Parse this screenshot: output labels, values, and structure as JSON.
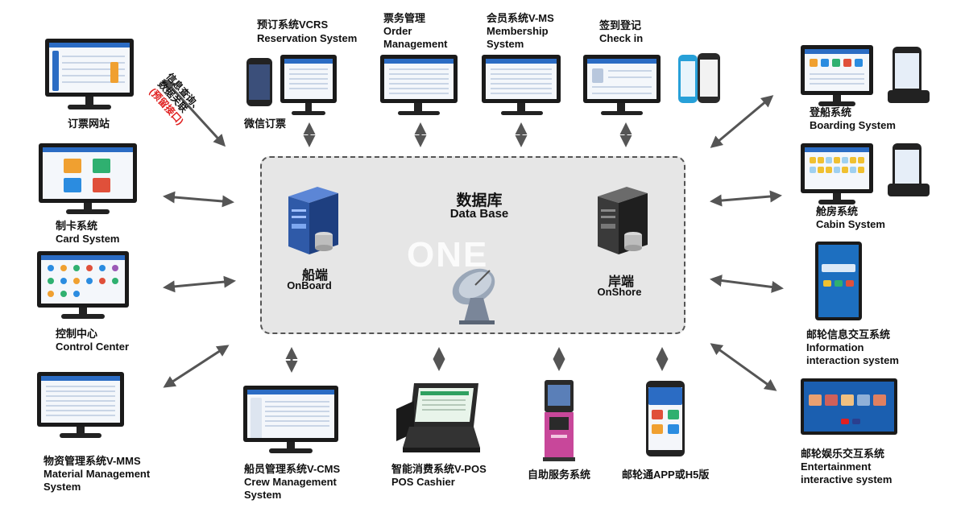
{
  "center": {
    "title_cn": "数据库",
    "title_en": "Data Base",
    "onboard_cn": "船端",
    "onboard_en": "OnBoard",
    "onshore_cn": "岸端",
    "onshore_en": "OnShore",
    "watermark": "ONE"
  },
  "top": {
    "vcrs_cn": "预订系统VCRS",
    "vcrs_en": "Reservation System",
    "wechat": "微信订票",
    "order_cn": "票务管理",
    "order_en1": "Order",
    "order_en2": "Management",
    "member_cn": "会员系统V-MS",
    "member_en1": "Membership",
    "member_en2": "System",
    "checkin_cn": "签到登记",
    "checkin_en": "Check in"
  },
  "left": {
    "booking_site": "订票网站",
    "info_query_line1": "信息查询、",
    "info_query_line2": "数据关联",
    "info_query_tag": "(预留接口)",
    "card_cn": "制卡系统",
    "card_en": "Card System",
    "control_cn": "控制中心",
    "control_en": "Control Center",
    "material_cn": "物资管理系统V-MMS",
    "material_en1": "Material Management",
    "material_en2": "System"
  },
  "bottom": {
    "crew_cn": "船员管理系统V-CMS",
    "crew_en1": "Crew Management",
    "crew_en2": "System",
    "pos_cn": "智能消费系统V-POS",
    "pos_en": "POS Cashier",
    "selfservice": "自助服务系统",
    "app": "邮轮通APP或H5版"
  },
  "right": {
    "boarding_cn": "登船系统",
    "boarding_en": "Boarding System",
    "cabin_cn": "舱房系统",
    "cabin_en": "Cabin System",
    "info_cn": "邮轮信息交互系统",
    "info_en1": "Information",
    "info_en2": "interaction system",
    "ent_cn": "邮轮娱乐交互系统",
    "ent_en1": "Entertainment",
    "ent_en2": "interactive system"
  },
  "colors": {
    "arrow_gray": "#555555",
    "arrow_orange": "#f07020",
    "server_blue": "#2f5aa8",
    "server_dark": "#3a3a3a",
    "accent_red": "#e02020"
  }
}
